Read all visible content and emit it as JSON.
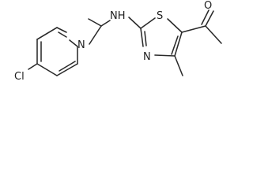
{
  "molecule": {
    "atoms": {
      "cl": "Cl",
      "n_pyridine": "N",
      "nh": "NH",
      "n_thiazole": "N",
      "s_thiazole": "S",
      "o_carbonyl": "O"
    }
  }
}
